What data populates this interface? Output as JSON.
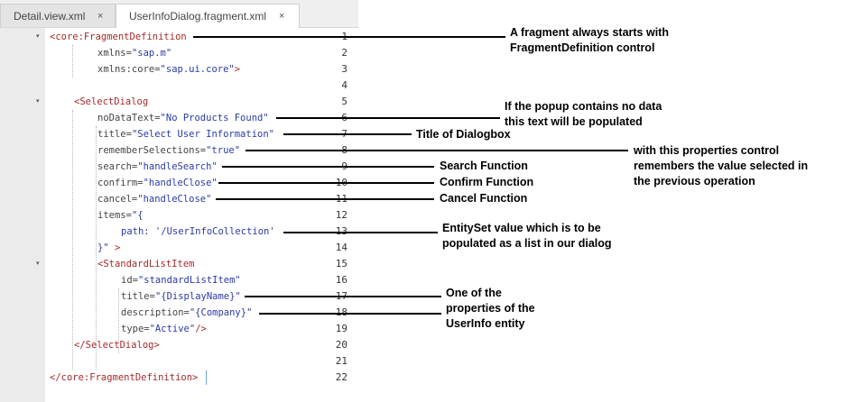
{
  "tabs": [
    {
      "label": "Detail.view.xml",
      "close": "×",
      "active": false
    },
    {
      "label": "UserInfoDialog.fragment.xml",
      "close": "×",
      "active": true
    }
  ],
  "editor": {
    "line_numbers": [
      "1",
      "2",
      "3",
      "4",
      "5",
      "6",
      "7",
      "8",
      "9",
      "10",
      "11",
      "12",
      "13",
      "14",
      "15",
      "16",
      "17",
      "18",
      "19",
      "20",
      "21",
      "22"
    ],
    "fold_marker": "▾",
    "folded_lines": [
      "1",
      "5",
      "15"
    ],
    "lines": [
      {
        "segments": [
          {
            "t": "<core:FragmentDefinition",
            "c": "tag"
          }
        ]
      },
      {
        "segments": [
          {
            "t": "xmlns=",
            "c": "att"
          },
          {
            "t": "\"sap.m\"",
            "c": "str"
          }
        ]
      },
      {
        "segments": [
          {
            "t": "xmlns:core=",
            "c": "att"
          },
          {
            "t": "\"sap.ui.core\"",
            "c": "str"
          },
          {
            "t": ">",
            "c": "tag"
          }
        ]
      },
      {
        "segments": []
      },
      {
        "segments": [
          {
            "t": "<SelectDialog",
            "c": "tag"
          }
        ]
      },
      {
        "segments": [
          {
            "t": "noDataText=",
            "c": "att"
          },
          {
            "t": "\"No Products Found\"",
            "c": "str"
          }
        ]
      },
      {
        "segments": [
          {
            "t": "title=",
            "c": "att"
          },
          {
            "t": "\"Select User Information\"",
            "c": "str"
          }
        ]
      },
      {
        "segments": [
          {
            "t": "rememberSelections=",
            "c": "att"
          },
          {
            "t": "\"true\"",
            "c": "str"
          }
        ]
      },
      {
        "segments": [
          {
            "t": "search=",
            "c": "att"
          },
          {
            "t": "\"handleSearch\"",
            "c": "str"
          }
        ]
      },
      {
        "segments": [
          {
            "t": "confirm=",
            "c": "att"
          },
          {
            "t": "\"handleClose\"",
            "c": "str"
          }
        ]
      },
      {
        "segments": [
          {
            "t": "cancel=",
            "c": "att"
          },
          {
            "t": "\"handleClose\"",
            "c": "str"
          }
        ]
      },
      {
        "segments": [
          {
            "t": "items=",
            "c": "att"
          },
          {
            "t": "\"{",
            "c": "str"
          }
        ]
      },
      {
        "segments": [
          {
            "t": "path: '/UserInfoCollection'",
            "c": "str"
          }
        ]
      },
      {
        "segments": [
          {
            "t": "}\"",
            "c": "str"
          },
          {
            "t": " >",
            "c": "tag"
          }
        ]
      },
      {
        "segments": [
          {
            "t": "<StandardListItem",
            "c": "tag"
          }
        ]
      },
      {
        "segments": [
          {
            "t": "id=",
            "c": "att"
          },
          {
            "t": "\"standardListItem\"",
            "c": "str"
          }
        ]
      },
      {
        "segments": [
          {
            "t": "title=",
            "c": "att"
          },
          {
            "t": "\"{DisplayName}\"",
            "c": "str"
          }
        ]
      },
      {
        "segments": [
          {
            "t": "description=",
            "c": "att"
          },
          {
            "t": "\"{Company}\"",
            "c": "str"
          }
        ]
      },
      {
        "segments": [
          {
            "t": "type=",
            "c": "att"
          },
          {
            "t": "\"Active\"",
            "c": "str"
          },
          {
            "t": "/>",
            "c": "tag"
          }
        ]
      },
      {
        "segments": [
          {
            "t": "</SelectDialog>",
            "c": "tag"
          }
        ]
      },
      {
        "segments": []
      },
      {
        "segments": [
          {
            "t": "</core:FragmentDefinition>",
            "c": "tag"
          }
        ]
      }
    ]
  },
  "annotations": {
    "fragment_definition": "A fragment always starts with\nFragmentDefinition control",
    "no_data_text": "If the popup contains no data\nthis text will be populated",
    "title": "Title of Dialogbox",
    "remember_selections": "with this properties control\nremembers the value selected in\nthe previous operation",
    "search": "Search Function",
    "confirm": "Confirm Function",
    "cancel": "Cancel Function",
    "items_path": "EntitySet value which is to be\npopulated as a list in our dialog",
    "entity_properties": "One of the\nproperties of the\nUserInfo entity"
  },
  "colors": {
    "tag": "#a52a2a",
    "attribute": "#444444",
    "string": "#2a3aa8",
    "gutter": "#ebebeb"
  }
}
